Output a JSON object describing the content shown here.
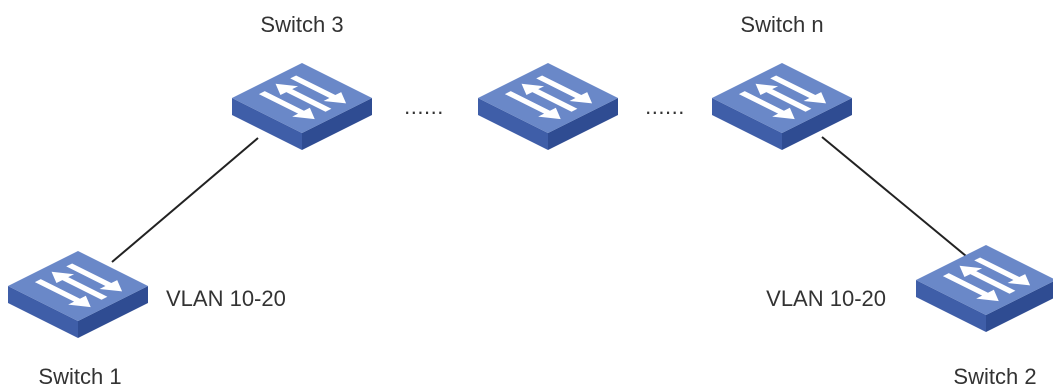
{
  "diagram": {
    "switches": {
      "switch1": {
        "label": "Switch 1"
      },
      "switch2": {
        "label": "Switch 2"
      },
      "switch3": {
        "label": "Switch 3"
      },
      "switch_mid": {
        "label": ""
      },
      "switchn": {
        "label": "Switch n"
      }
    },
    "ellipsis_left": "......",
    "ellipsis_right": "......",
    "vlan_left": "VLAN 10-20",
    "vlan_right": "VLAN 10-20",
    "colors": {
      "switch_top": "#6a88c8",
      "switch_side_left": "#3f5ea8",
      "switch_side_right": "#2f4c92",
      "arrow": "#ffffff",
      "link": "#222222"
    },
    "icon": "network-switch-icon"
  }
}
